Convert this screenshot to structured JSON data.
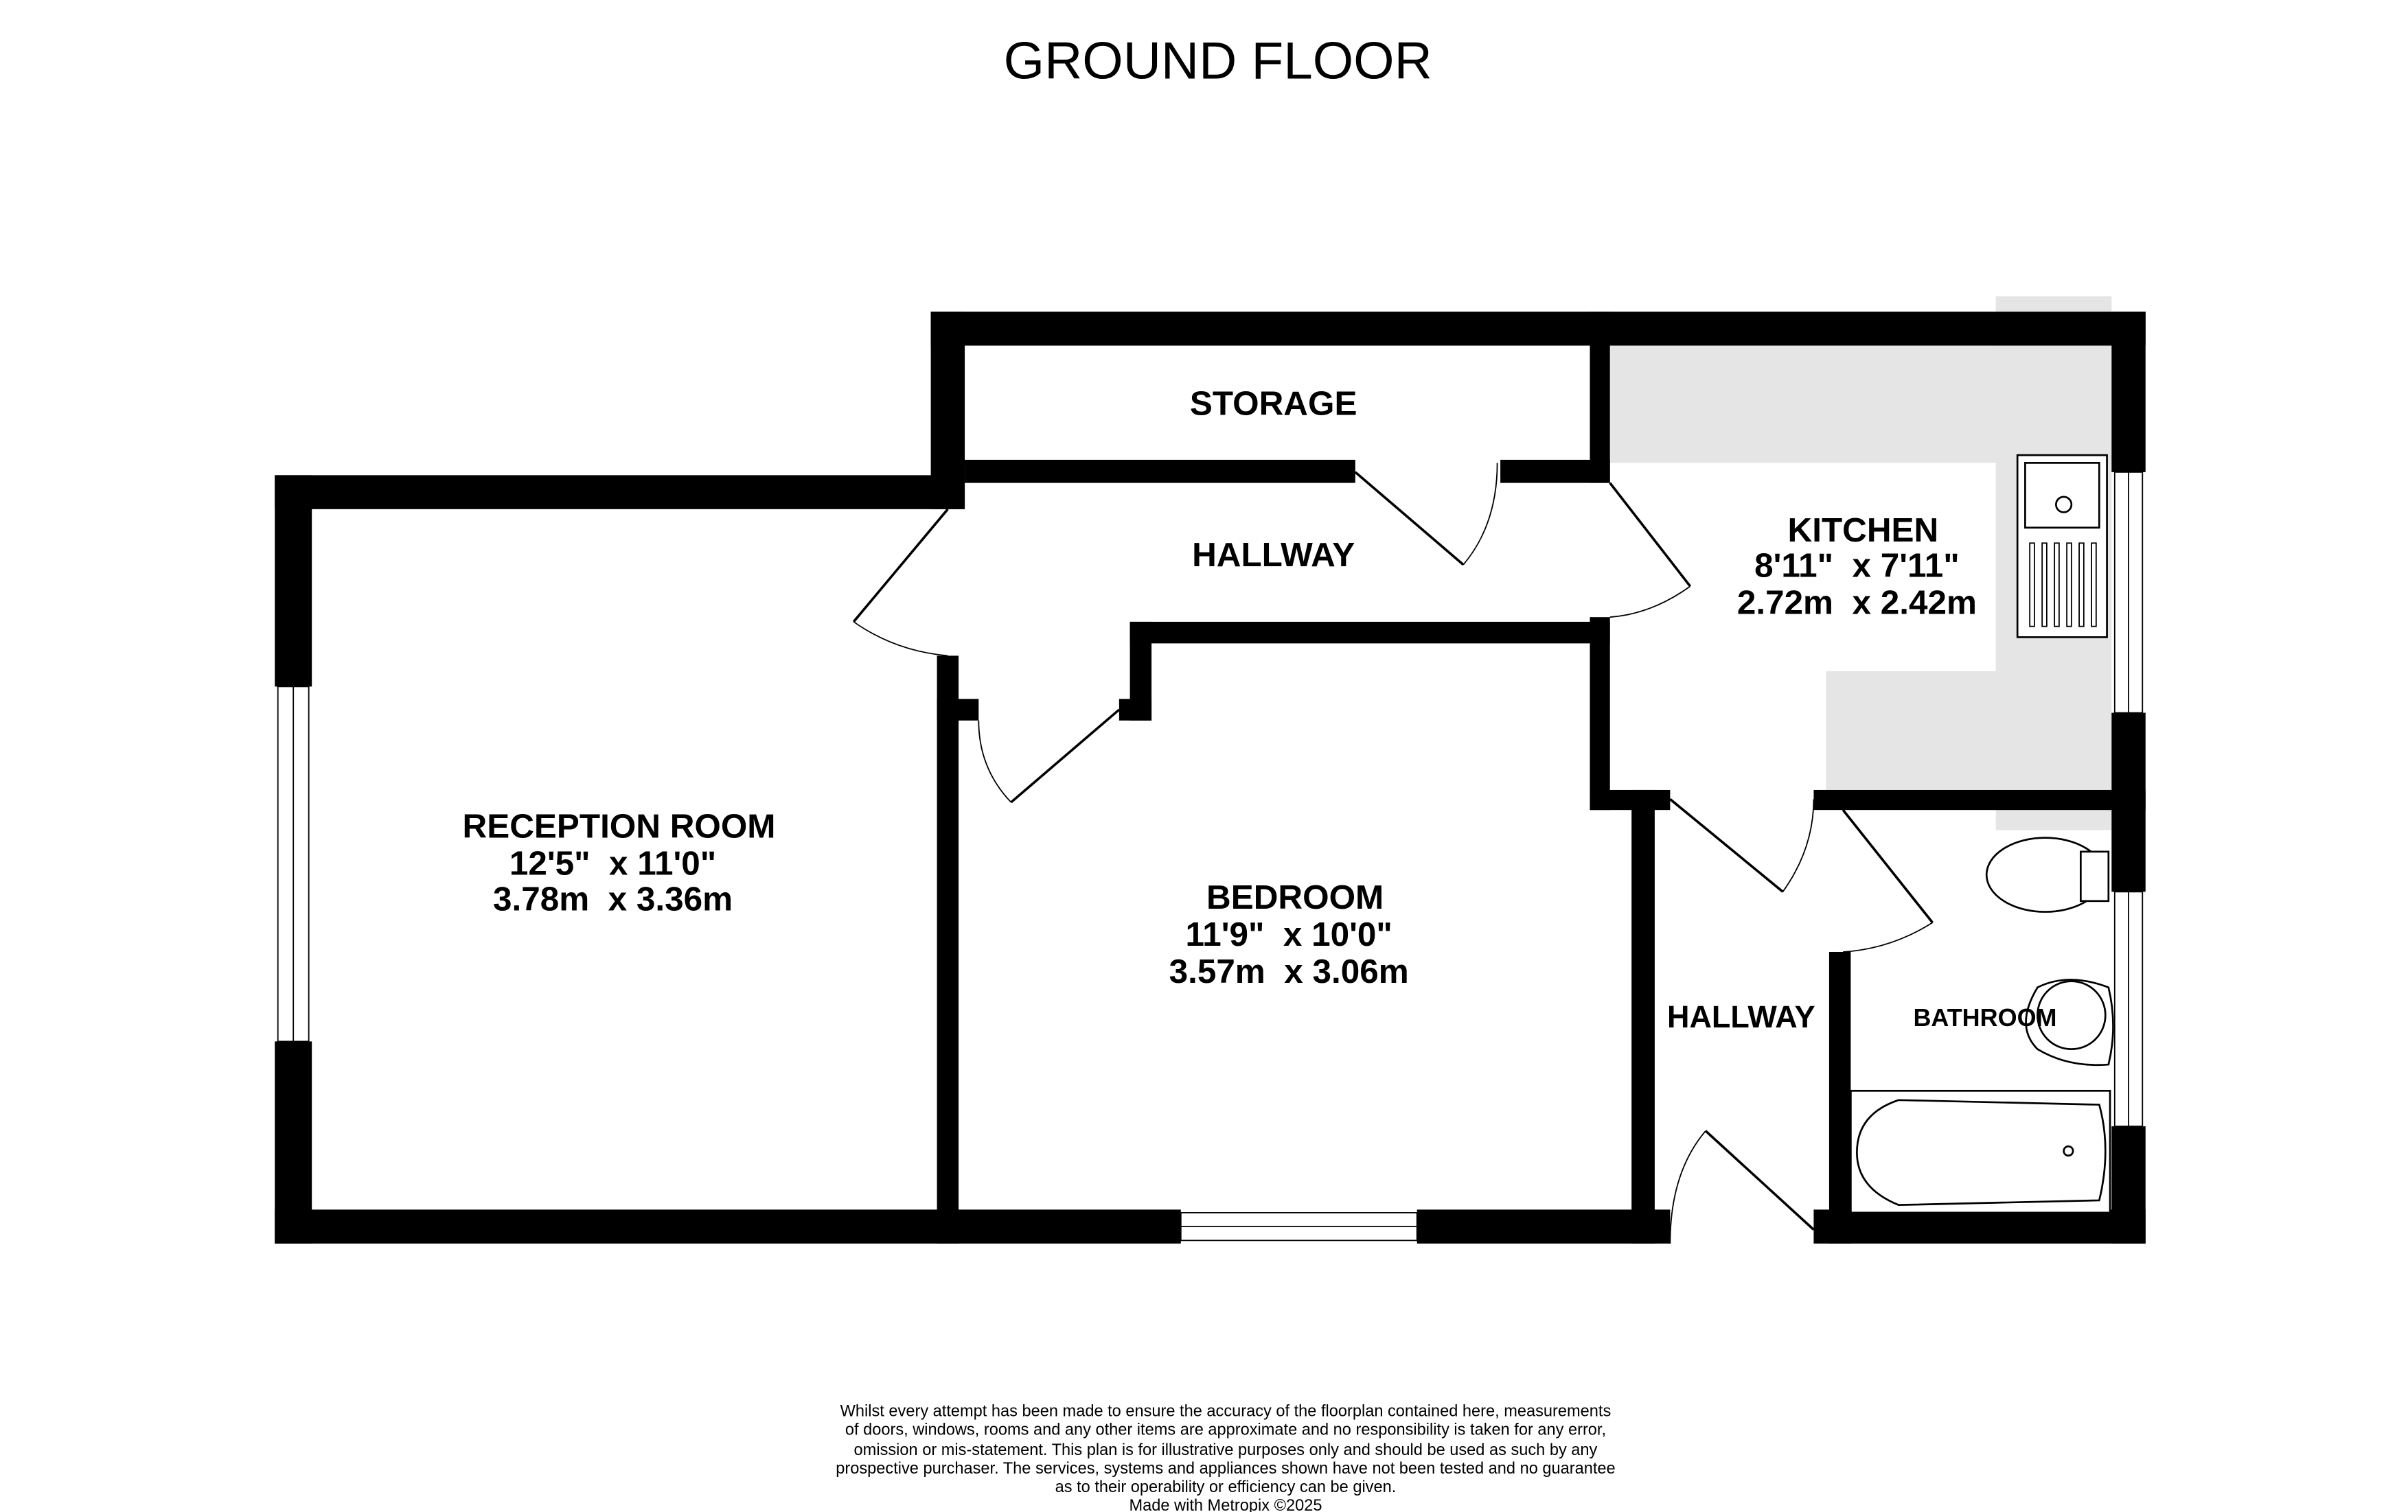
{
  "title": "GROUND FLOOR",
  "rooms": {
    "storage": {
      "name": "STORAGE"
    },
    "hallway_upper": {
      "name": "HALLWAY"
    },
    "kitchen": {
      "name": "KITCHEN",
      "imperial": "8'11\"  x 7'11\"",
      "metric": "2.72m  x 2.42m"
    },
    "reception": {
      "name": "RECEPTION ROOM",
      "imperial": "12'5\"  x 11'0\"",
      "metric": "3.78m  x 3.36m"
    },
    "bedroom": {
      "name": "BEDROOM",
      "imperial": "11'9\"  x 10'0\"",
      "metric": "3.57m  x 3.06m"
    },
    "hallway_lower": {
      "name": "HALLWAY"
    },
    "bathroom": {
      "name": "BATHROOM"
    }
  },
  "disclaimer": [
    "Whilst every attempt has been made to ensure the accuracy of the floorplan contained here, measurements",
    "of doors, windows, rooms and any other items are approximate and no responsibility is taken for any error,",
    "omission or mis-statement. This plan is for illustrative purposes only and should be used as such by any",
    "prospective purchaser. The services, systems and appliances shown have not been tested and no guarantee",
    "as to their operability or efficiency can be given.",
    "Made with Metropix ©2025"
  ],
  "colors": {
    "wall": "#000000",
    "worktop": "#e5e5e5"
  }
}
